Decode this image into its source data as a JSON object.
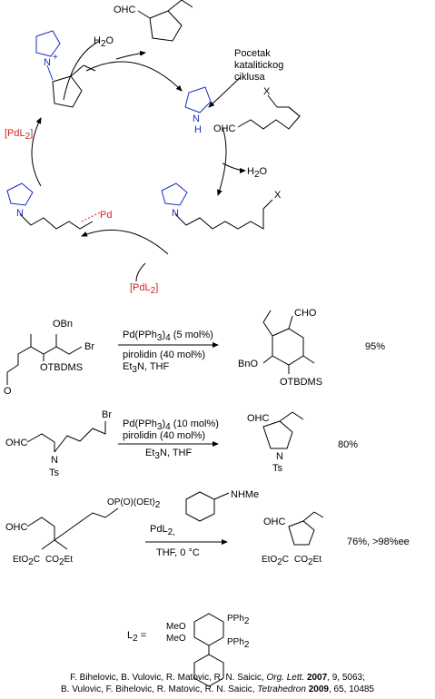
{
  "cycle": {
    "h2o_in": "H",
    "h2o_in_sub": "2",
    "h2o_in_tail": "O",
    "product_cho": "OHC",
    "pyrrolidine_nh": "N",
    "pyrrolidine_h": "H",
    "start_label_1": "Pocetak",
    "start_label_2": "katalitickog",
    "start_label_3": "ciklusa",
    "substrate_x": "X",
    "substrate_cho": "OHC",
    "h2o_out": "H",
    "h2o_out_sub": "2",
    "h2o_out_tail": "O",
    "enamine_n": "N",
    "enamine_x": "X",
    "pd_complex": "Pd",
    "pd_n": "N",
    "pdl2_bottom": "[PdL",
    "pdl2_bottom_sub": "2",
    "pdl2_bottom_tail": "]",
    "pdl2_left": "[PdL",
    "pdl2_left_sub": "2",
    "pdl2_left_tail": "]",
    "iminium_n": "N",
    "iminium_plus": "+"
  },
  "reactions": [
    {
      "sm_labels": [
        "OBn",
        "Br",
        "OTBDMS",
        "O"
      ],
      "cond_above": "Pd(PPh",
      "cond_above_sub": "3",
      "cond_above_tail": ")",
      "cond_above_sub2": "4",
      "cond_above_tail2": " (5 mol%)",
      "cond_below_1": "pirolidin (40 mol%)",
      "cond_below_2": "Et",
      "cond_below_2_sub": "3",
      "cond_below_2_tail": "N, THF",
      "prod_labels": [
        "CHO",
        "BnO",
        "OTBDMS"
      ],
      "yield": "95%"
    },
    {
      "sm_labels": [
        "Br",
        "OHC",
        "N",
        "Ts"
      ],
      "cond_above_1": "Pd(PPh",
      "cond_above_1_sub": "3",
      "cond_above_1_tail": ")",
      "cond_above_1_sub2": "4",
      "cond_above_1_tail2": " (10 mol%)",
      "cond_above_2": "pirolidin (40 mol%)",
      "cond_below": "Et",
      "cond_below_sub": "3",
      "cond_below_tail": "N, THF",
      "prod_labels": [
        "OHC",
        "N",
        "Ts"
      ],
      "yield": "80%"
    },
    {
      "sm_labels": [
        "OP(O)(OEt)",
        "2",
        "OHC",
        "EtO",
        "2",
        "C",
        "CO",
        "2",
        "Et"
      ],
      "amine": "NHMe",
      "cond_above": "PdL",
      "cond_above_sub": "2,",
      "cond_below": "THF, 0 °C",
      "prod_labels": [
        "OHC",
        "EtO",
        "2",
        "C",
        "CO",
        "2",
        "Et"
      ],
      "yield": "76%, >98%ee",
      "ligand_prefix": "L",
      "ligand_prefix_sub": "2",
      "ligand_prefix_tail": " =",
      "ligand_labels": [
        "MeO",
        "MeO",
        "PPh",
        "2",
        "PPh",
        "2"
      ]
    }
  ],
  "references": {
    "line1_authors": "F. Bihelovic, B. Vulovic, R. Matovic, R. N. Saicic, ",
    "line1_journal": "Org. Lett.",
    "line1_year": "2007",
    "line1_rest": ", 9, 5063;",
    "line2_authors": "B. Vulovic, F. Bihelovic, R. Matovic, R. N. Saicic, ",
    "line2_journal": "Tetrahedron",
    "line2_year": "2009",
    "line2_rest": ", 65, 10485"
  },
  "colors": {
    "blue": "#1a2cc8",
    "red": "#d42020",
    "black": "#000000"
  }
}
